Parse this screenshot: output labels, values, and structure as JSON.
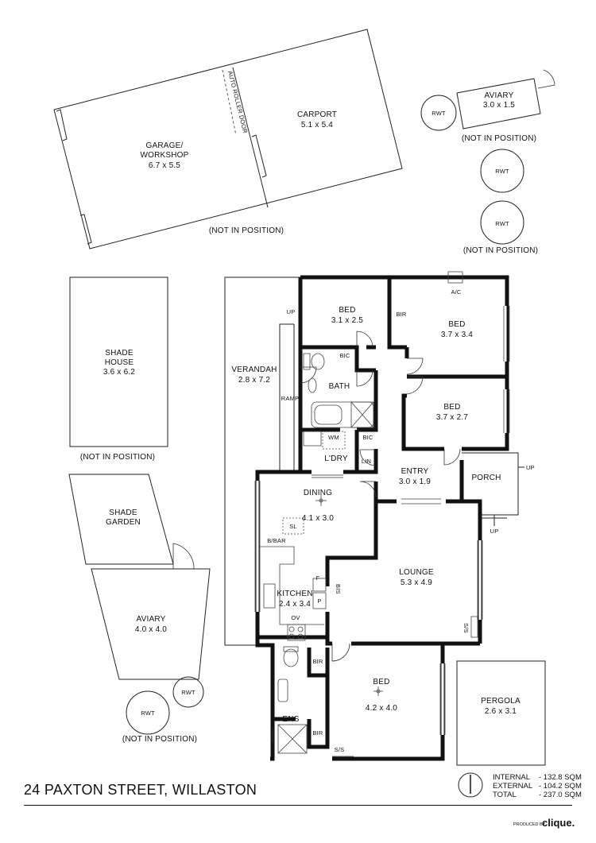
{
  "rooms": {
    "garage_name": "GARAGE/",
    "garage_name2": "WORKSHOP",
    "garage_size": "6.7 x 5.5",
    "auto_door": "AUTO ROLLER DOOR",
    "carport_name": "CARPORT",
    "carport_size": "5.1 x 5.4",
    "garage_note": "(NOT IN POSITION)",
    "aviary1_name": "AVIARY",
    "aviary1_size": "3.0 x 1.5",
    "aviary1_note": "(NOT IN POSITION)",
    "rwt": "RWT",
    "rwt_note": "(NOT IN POSITION)",
    "bed1_name": "BED",
    "bed1_size": "3.1 x 2.5",
    "bed2_name": "BED",
    "bed2_size": "3.7 x 3.4",
    "ac": "A/C",
    "bir": "BIR",
    "bic": "BIC",
    "bath": "BATH",
    "bed3_name": "BED",
    "bed3_size": "3.7 x 2.7",
    "wm": "WM",
    "ldry": "L'DRY",
    "lin": "LIN",
    "entry_name": "ENTRY",
    "entry_size": "3.0 x 1.9",
    "porch": "PORCH",
    "up": "UP",
    "verandah_name": "VERANDAH",
    "verandah_size": "2.8 x 7.2",
    "ramp": "RAMP",
    "shade_house_name": "SHADE",
    "shade_house_name2": "HOUSE",
    "shade_house_size": "3.6 x 6.2",
    "shade_house_note": "(NOT IN POSITION)",
    "shade_garden_name": "SHADE",
    "shade_garden_name2": "GARDEN",
    "dining_name": "DINING",
    "dining_size": "4.1 x 3.0",
    "sl": "SL",
    "bbar": "B/BAR",
    "kitchen_name": "KITCHEN",
    "kitchen_size": "2.4 x 3.4",
    "f": "F",
    "p": "P",
    "bis": "BIS",
    "ov": "OV",
    "lounge_name": "LOUNGE",
    "lounge_size": "5.3 x 4.9",
    "ss": "S/S",
    "aviary2_name": "AVIARY",
    "aviary2_size": "4.0 x 4.0",
    "rwt2_note": "(NOT IN POSITION)",
    "ens": "ENS",
    "bed4_name": "BED",
    "bed4_size": "4.2 x 4.0",
    "pergola_name": "PERGOLA",
    "pergola_size": "2.6 x 3.1"
  },
  "footer": {
    "address": "24 PAXTON STREET, WILLASTON",
    "internal_label": "INTERNAL",
    "internal_value": "- 132.8 SQM",
    "external_label": "EXTERNAL",
    "external_value": "- 104.2 SQM",
    "total_label": "TOTAL",
    "total_value": "- 237.0 SQM",
    "produced_by": "PRODUCED BY",
    "brand": "clique."
  }
}
